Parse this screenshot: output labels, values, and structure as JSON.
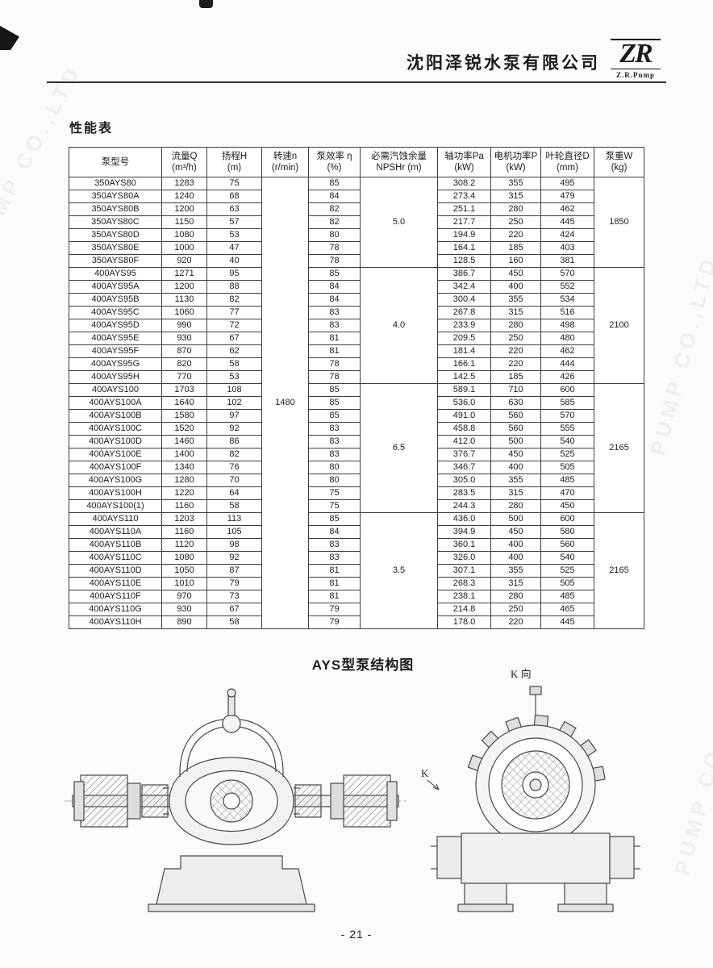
{
  "header": {
    "company": "沈阳泽锐水泵有限公司",
    "logo_text": "ZR",
    "logo_sub": "Z.R.Pump"
  },
  "section_title": "性能表",
  "table": {
    "headers": [
      [
        "泵型号",
        ""
      ],
      [
        "流量Q",
        "(m³/h)"
      ],
      [
        "扬程H",
        "(m)"
      ],
      [
        "转速n",
        "(r/min)"
      ],
      [
        "泵效率 η",
        "(%)"
      ],
      [
        "必需汽蚀余量",
        "NPSHr  (m)"
      ],
      [
        "轴功率Pa",
        "(kW)"
      ],
      [
        "电机功率P",
        "(kW)"
      ],
      [
        "叶轮直径D",
        "(mm)"
      ],
      [
        "泵重W",
        "(kg)"
      ]
    ],
    "speed": "1480",
    "groups": [
      {
        "npshr": "5.0",
        "weight": "1850",
        "rows": [
          [
            "350AYS80",
            "1283",
            "75",
            "85",
            "308.2",
            "355",
            "495"
          ],
          [
            "350AYS80A",
            "1240",
            "68",
            "84",
            "273.4",
            "315",
            "479"
          ],
          [
            "350AYS80B",
            "1200",
            "63",
            "82",
            "251.1",
            "280",
            "462"
          ],
          [
            "350AYS80C",
            "1150",
            "57",
            "82",
            "217.7",
            "250",
            "445"
          ],
          [
            "350AYS80D",
            "1080",
            "53",
            "80",
            "194.9",
            "220",
            "424"
          ],
          [
            "350AYS80E",
            "1000",
            "47",
            "78",
            "164.1",
            "185",
            "403"
          ],
          [
            "350AYS80F",
            "920",
            "40",
            "78",
            "128.5",
            "160",
            "381"
          ]
        ]
      },
      {
        "npshr": "4.0",
        "weight": "2100",
        "rows": [
          [
            "400AYS95",
            "1271",
            "95",
            "85",
            "386.7",
            "450",
            "570"
          ],
          [
            "400AYS95A",
            "1200",
            "88",
            "84",
            "342.4",
            "400",
            "552"
          ],
          [
            "400AYS95B",
            "1130",
            "82",
            "84",
            "300.4",
            "355",
            "534"
          ],
          [
            "400AYS95C",
            "1060",
            "77",
            "83",
            "267.8",
            "315",
            "516"
          ],
          [
            "400AYS95D",
            "990",
            "72",
            "83",
            "233.9",
            "280",
            "498"
          ],
          [
            "400AYS95E",
            "930",
            "67",
            "81",
            "209.5",
            "250",
            "480"
          ],
          [
            "400AYS95F",
            "870",
            "62",
            "81",
            "181.4",
            "220",
            "462"
          ],
          [
            "400AYS95G",
            "820",
            "58",
            "78",
            "166.1",
            "220",
            "444"
          ],
          [
            "400AYS95H",
            "770",
            "53",
            "78",
            "142.5",
            "185",
            "426"
          ]
        ]
      },
      {
        "npshr": "6.5",
        "weight": "2165",
        "rows": [
          [
            "400AYS100",
            "1703",
            "108",
            "85",
            "589.1",
            "710",
            "600"
          ],
          [
            "400AYS100A",
            "1640",
            "102",
            "85",
            "536.0",
            "630",
            "585"
          ],
          [
            "400AYS100B",
            "1580",
            "97",
            "85",
            "491.0",
            "560",
            "570"
          ],
          [
            "400AYS100C",
            "1520",
            "92",
            "83",
            "458.8",
            "560",
            "555"
          ],
          [
            "400AYS100D",
            "1460",
            "86",
            "83",
            "412.0",
            "500",
            "540"
          ],
          [
            "400AYS100E",
            "1400",
            "82",
            "83",
            "376.7",
            "450",
            "525"
          ],
          [
            "400AYS100F",
            "1340",
            "76",
            "80",
            "346.7",
            "400",
            "505"
          ],
          [
            "400AYS100G",
            "1280",
            "70",
            "80",
            "305.0",
            "355",
            "485"
          ],
          [
            "400AYS100H",
            "1220",
            "64",
            "75",
            "283.5",
            "315",
            "470"
          ],
          [
            "400AYS100(1)",
            "1160",
            "58",
            "75",
            "244.3",
            "280",
            "450"
          ]
        ]
      },
      {
        "npshr": "3.5",
        "weight": "2165",
        "rows": [
          [
            "400AYS110",
            "1203",
            "113",
            "85",
            "436.0",
            "500",
            "600"
          ],
          [
            "400AYS110A",
            "1160",
            "105",
            "84",
            "394.9",
            "450",
            "580"
          ],
          [
            "400AYS110B",
            "1120",
            "98",
            "83",
            "360.1",
            "400",
            "560"
          ],
          [
            "400AYS110C",
            "1080",
            "92",
            "83",
            "326.0",
            "400",
            "540"
          ],
          [
            "400AYS110D",
            "1050",
            "87",
            "81",
            "307.1",
            "355",
            "525"
          ],
          [
            "400AYS110E",
            "1010",
            "79",
            "81",
            "268.3",
            "315",
            "505"
          ],
          [
            "400AYS110F",
            "970",
            "73",
            "81",
            "238.1",
            "280",
            "485"
          ],
          [
            "400AYS110G",
            "930",
            "67",
            "79",
            "214.8",
            "250",
            "465"
          ],
          [
            "400AYS110H",
            "890",
            "58",
            "79",
            "178.0",
            "220",
            "445"
          ]
        ]
      }
    ]
  },
  "diagram": {
    "title": "AYS型泵结构图",
    "k_view_label": "K 向",
    "k_label": "K"
  },
  "footer": {
    "page_number": "- 21 -"
  },
  "watermark": {
    "text": "PUMP CO.,LTD"
  }
}
